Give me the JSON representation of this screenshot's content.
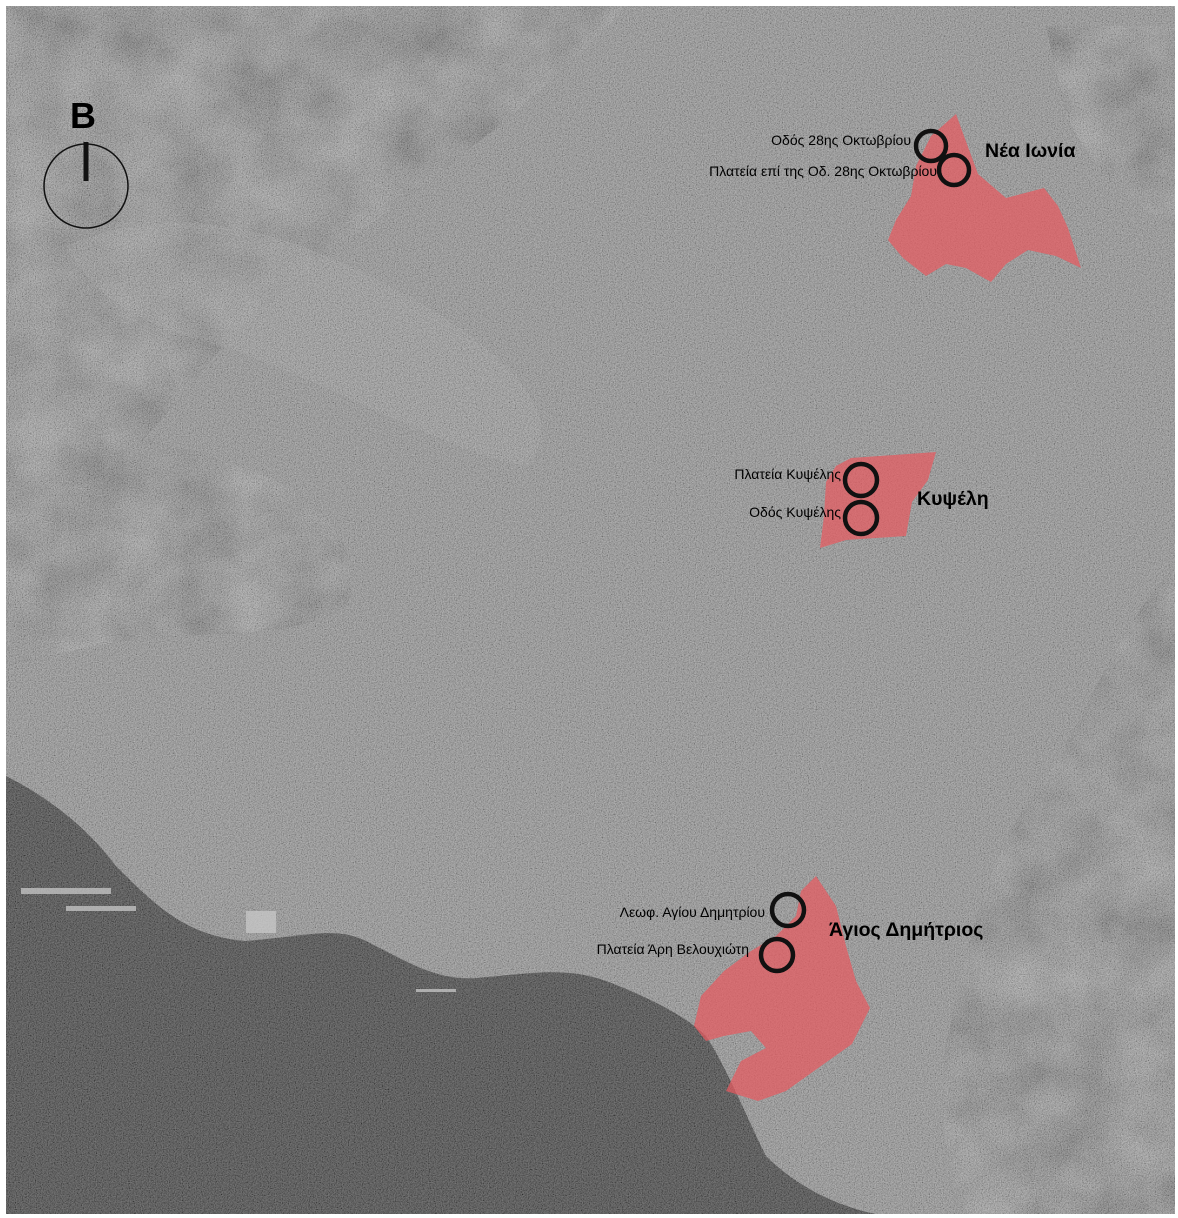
{
  "compass": {
    "north_letter": "B"
  },
  "districts": [
    {
      "name": "Νέα Ιωνία",
      "fill_color": "#e85a5f"
    },
    {
      "name": "Κυψέλη",
      "fill_color": "#e85a5f"
    },
    {
      "name": "Άγιος Δημήτριος",
      "fill_color": "#e85a5f"
    }
  ],
  "places": [
    {
      "name": "Οδός 28ης Οκτωβρίου",
      "district": "Νέα Ιωνία"
    },
    {
      "name": "Πλατεία επί της Οδ. 28ης Οκτωβρίου",
      "district": "Νέα Ιωνία"
    },
    {
      "name": "Πλατεία Κυψέλης",
      "district": "Κυψέλη"
    },
    {
      "name": "Οδός Κυψέλης",
      "district": "Κυψέλη"
    },
    {
      "name": "Λεωφ. Αγίου Δημητρίου",
      "district": "Άγιος Δημήτριος"
    },
    {
      "name": "Πλατεία Άρη Βελουχιώτη",
      "district": "Άγιος Δημήτριος"
    }
  ],
  "colors": {
    "marker": "#111111",
    "sea": "#262626",
    "land": "#8c8c8c"
  }
}
